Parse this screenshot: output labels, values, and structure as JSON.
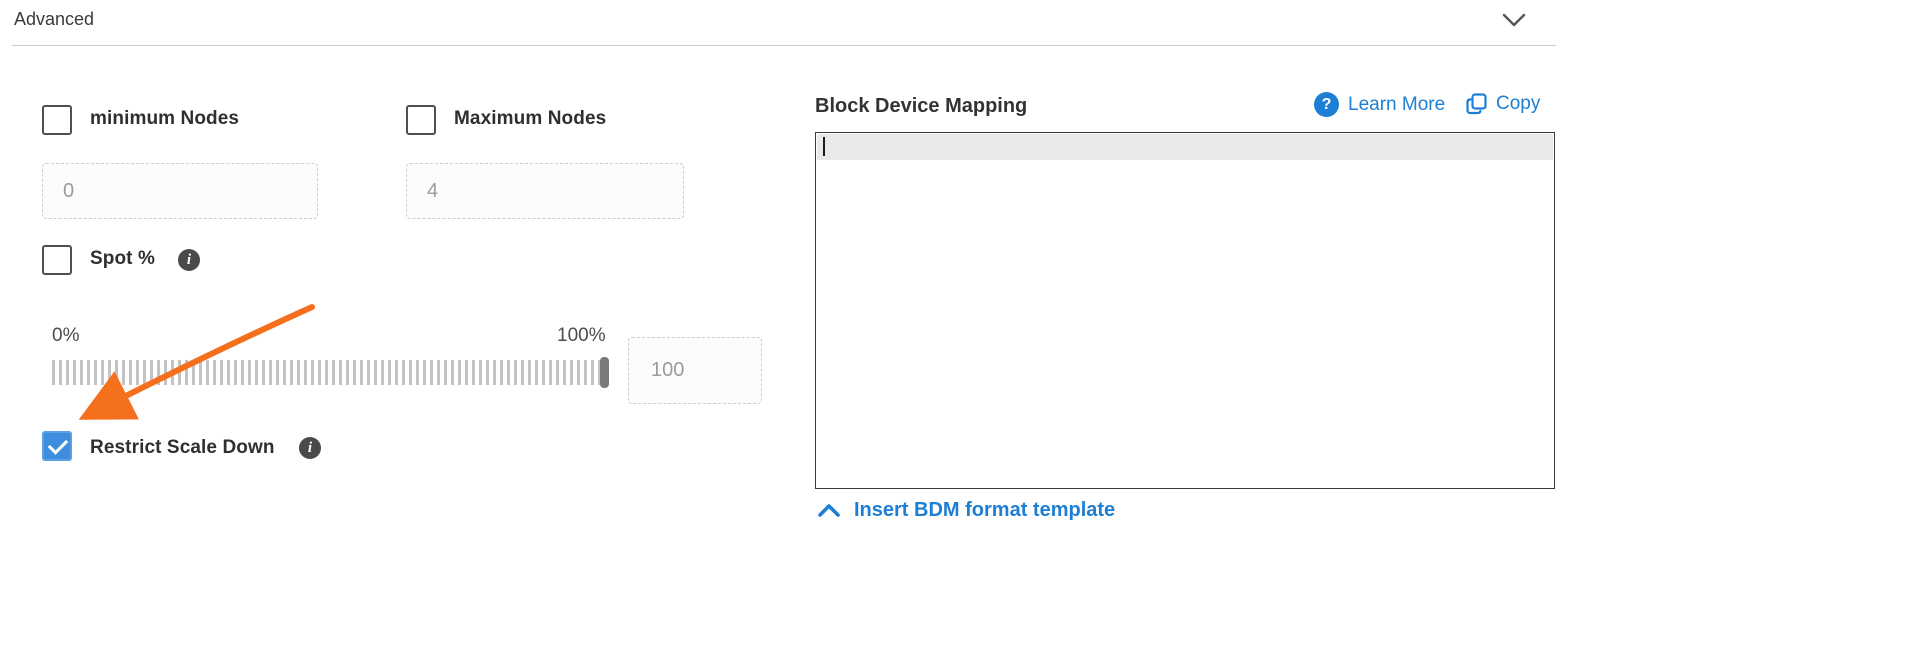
{
  "header": {
    "title": "Advanced"
  },
  "fields": {
    "min_nodes": {
      "label": "minimum Nodes",
      "value": "0",
      "checked": false
    },
    "max_nodes": {
      "label": "Maximum Nodes",
      "value": "4",
      "checked": false
    },
    "spot": {
      "label": "Spot %",
      "checked": false
    },
    "slider": {
      "min_label": "0%",
      "max_label": "100%",
      "value": "100"
    },
    "restrict_scale_down": {
      "label": "Restrict Scale Down",
      "checked": true
    }
  },
  "bdm": {
    "title": "Block Device Mapping",
    "learn_more_label": "Learn More",
    "copy_label": "Copy",
    "editor_content": "",
    "insert_template_label": "Insert BDM format template"
  },
  "icons": {
    "info_glyph": "i",
    "question_glyph": "?"
  },
  "colors": {
    "link_blue": "#1d7fd4",
    "checkbox_blue": "#3f8ede",
    "arrow_orange": "#f4701d"
  }
}
